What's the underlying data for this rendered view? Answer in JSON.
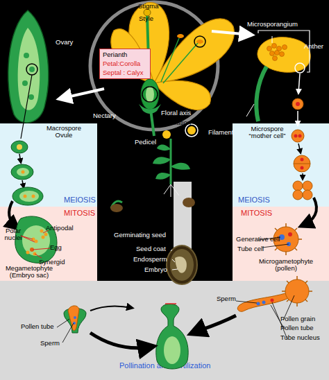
{
  "diagram": {
    "nodes": [
      {
        "text": [
          "Perianth",
          "Petal:Corolla",
          "Septal : Calyx"
        ]
      },
      {
        "text": [
          "MEIOSIS"
        ]
      },
      {
        "text": [
          "MEIOSIS"
        ]
      },
      {
        "text": [
          "MITOSIS"
        ]
      },
      {
        "text": [
          "MITOSIS"
        ]
      },
      {
        "text": [
          "Pollination and Fertilization"
        ]
      }
    ],
    "labels": [
      "Stigma",
      "Style",
      "Microsporangium",
      "Anther",
      "Filament",
      "Ovary",
      "Nectary",
      "Articulation",
      "Floral axis",
      "Pedicel",
      "Macrospore Ovule",
      "Microspore “mother cell”",
      "Polar nuclei",
      "Antipodal",
      "Egg",
      "Synergid",
      "Megametophyte (Embryo sac)",
      "Germinating seed",
      "Seed coat",
      "Endosperm",
      "Embryo",
      "Generative cell",
      "Tube cell",
      "Microgametophyte (pollen)",
      "Sperm",
      "Pollen grain",
      "Pollen tube",
      "Tube nucleus",
      "Pollen tube",
      "Sperm"
    ]
  }
}
